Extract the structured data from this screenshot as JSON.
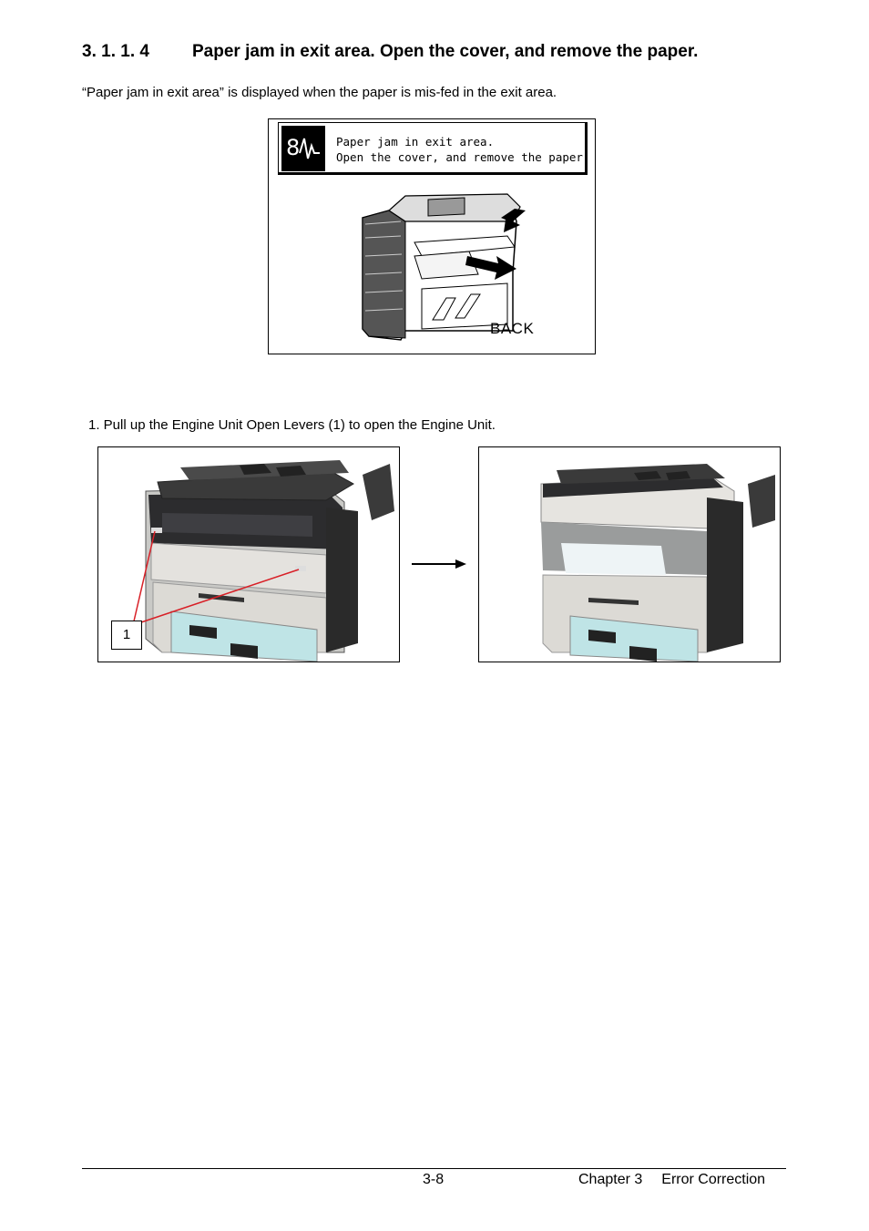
{
  "section": {
    "number": "3. 1. 1. 4",
    "title": "Paper jam in exit area. Open the cover, and remove the paper."
  },
  "intro_text": "“Paper jam in exit area” is displayed when the paper is mis-fed in the exit area.",
  "display_panel": {
    "message_line1": "Paper jam in exit area.",
    "message_line2": "Open the cover, and remove the paper.",
    "back_label": "BACK",
    "icon": "paper-jam-icon"
  },
  "step1_text": "1.  Pull up the Engine Unit Open Levers (1) to open the Engine Unit.",
  "callout_label": "1",
  "footer": {
    "page_number": "3-8",
    "chapter": "Chapter 3",
    "chapter_title": "Error Correction"
  },
  "colors": {
    "callout_line": "#d81f26",
    "arrow": "#000000"
  }
}
